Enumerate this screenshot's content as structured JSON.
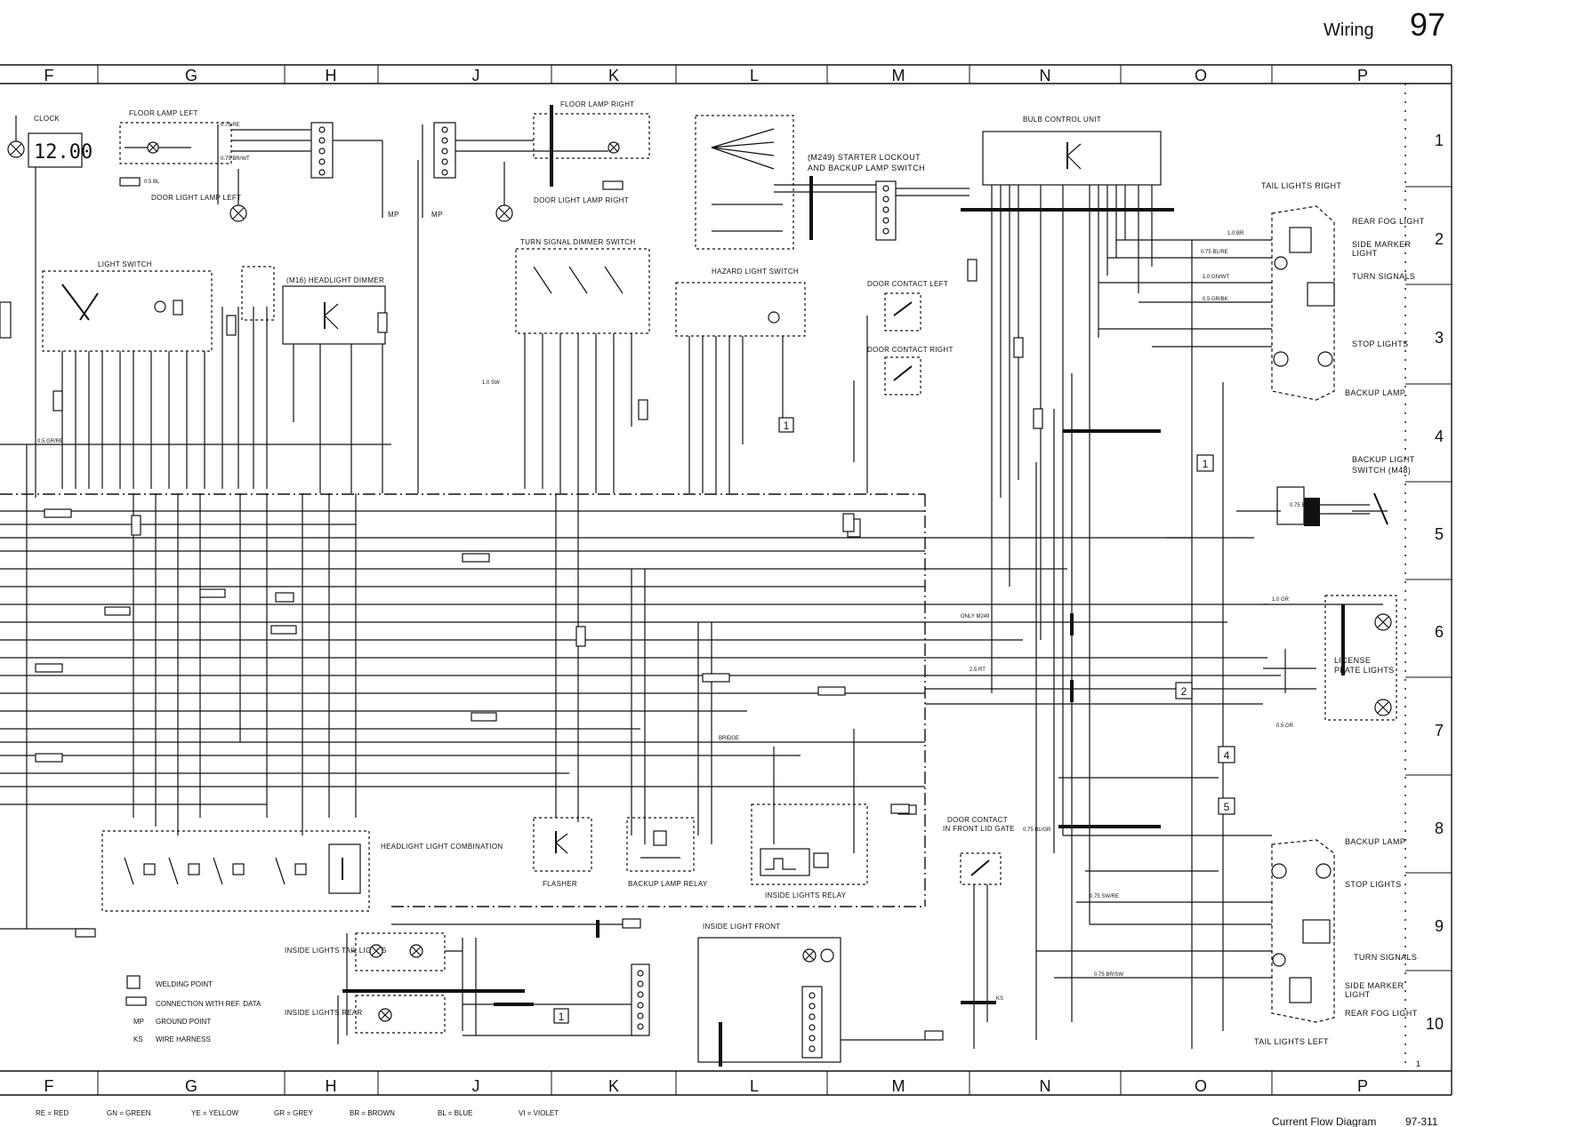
{
  "header": {
    "section": "Wiring",
    "page": "97"
  },
  "columns": [
    "F",
    "G",
    "H",
    "J",
    "K",
    "L",
    "M",
    "N",
    "O",
    "P"
  ],
  "rows": [
    "1",
    "2",
    "3",
    "4",
    "5",
    "6",
    "7",
    "8",
    "9",
    "10"
  ],
  "clock": {
    "title": "CLOCK",
    "display": "12.00"
  },
  "labels": {
    "floor_lamp_left": "FLOOR LAMP LEFT",
    "floor_lamp_right": "FLOOR LAMP RIGHT",
    "door_light_left": "DOOR LIGHT LAMP LEFT",
    "door_light_right": "DOOR LIGHT LAMP RIGHT",
    "starter_lockout": "(M249) STARTER LOCKOUT",
    "backup_switch": "AND BACKUP LAMP SWITCH",
    "bulb_control": "BULB CONTROL UNIT",
    "tail_lights_right": "TAIL LIGHTS RIGHT",
    "rear_fog_light": "REAR FOG LIGHT",
    "side_marker": "SIDE MARKER",
    "light_word": "LIGHT",
    "turn_signals": "TURN SIGNALS",
    "stop_lights": "STOP LIGHTS",
    "backup_lamp": "BACKUP LAMP",
    "backup_light_switch": "BACKUP LIGHT",
    "switch_m": "SWITCH (M48)",
    "license_plate": "LICENSE",
    "plate_lights": "PLATE LIGHTS",
    "light_switch": "LIGHT SWITCH",
    "headlight_dimmer": "(M16) HEADLIGHT DIMMER",
    "turn_signal_dimmer": "TURN SIGNAL DIMMER SWITCH",
    "hazard_switch": "HAZARD LIGHT SWITCH",
    "door_contact_left": "DOOR CONTACT LEFT",
    "door_contact_right": "DOOR CONTACT RIGHT",
    "headlight_combination": "HEADLIGHT LIGHT COMBINATION",
    "flasher": "FLASHER",
    "backup_lamp_relay": "BACKUP LAMP RELAY",
    "inside_lights_relay": "INSIDE LIGHTS RELAY",
    "door_contact_front": "DOOR CONTACT",
    "in_front_lid_gate": "IN FRONT LID GATE",
    "inside_lights_tail": "INSIDE LIGHTS TAIL LIGHTS",
    "inside_lights_rear": "INSIDE LIGHTS REAR",
    "inside_light_front": "INSIDE LIGHT FRONT",
    "tail_lights_left": "TAIL LIGHTS LEFT",
    "bridge": "BRIDGE",
    "only_m249": "ONLY M249",
    "ks": "KS",
    "ground_point": "MP"
  },
  "box_numbers": [
    "1",
    "1",
    "2",
    "4",
    "5",
    "1"
  ],
  "wire_codes": [
    "0.75 RE",
    "0.75 BR/WT",
    "0.5 BL",
    "0.5 GR/RE",
    "1.0 BR",
    "0.75 BL/RE",
    "1.0 GN/WT",
    "0.5 GR/BK",
    "0.75 BR",
    "1.0 SW",
    "1.0 GR",
    "0.5 GR",
    "2.5 RT",
    "0.75 BL/GR",
    "0.75 SW/RE",
    "0.75 BR/SW"
  ],
  "legend": {
    "welding_point": "WELDING POINT",
    "connection": "CONNECTION WITH REF. DATA",
    "ground": "GROUND POINT",
    "harness": "WIRE HARNESS",
    "mp": "MP",
    "ks": "KS"
  },
  "color_key": [
    "RE = RED",
    "GN = GREEN",
    "YE = YELLOW",
    "GR = GREY",
    "BR = BROWN",
    "BL = BLUE",
    "VI = VIOLET"
  ],
  "footer": {
    "title": "Current Flow Diagram",
    "code": "97-311",
    "sheet": "1"
  }
}
